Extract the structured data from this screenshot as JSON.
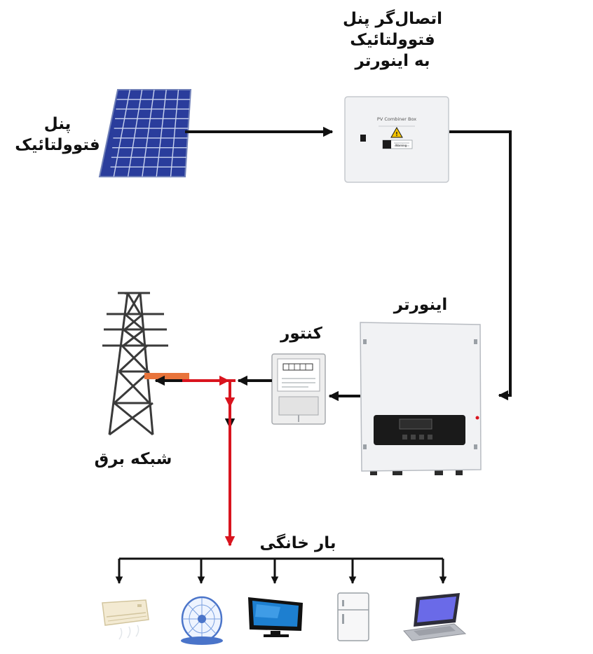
{
  "labels": {
    "pv_panel": [
      "پنل",
      "فتوولتائیک"
    ],
    "combiner_box": [
      "اتصال‌گر پنل",
      "فتوولتائیک",
      "به اینورتر"
    ],
    "inverter": "اینورتر",
    "meter": "کنتور",
    "grid": "شبکه برق",
    "household_load": "بار خانگی"
  },
  "device_text": {
    "combiner_box_title": "PV Combiner Box",
    "combiner_warning": "Warning"
  },
  "colors": {
    "dc_line": "#111111",
    "grid_line": "#d9141e",
    "panel_cell": "#2a3d9c",
    "panel_grid": "#c9d3ee",
    "enclosure": "#f1f2f4",
    "inverter_display": "#1a1a1a",
    "warning_yellow": "#f3c300"
  },
  "appliances": [
    "air-conditioner",
    "fan",
    "television",
    "refrigerator",
    "laptop"
  ]
}
